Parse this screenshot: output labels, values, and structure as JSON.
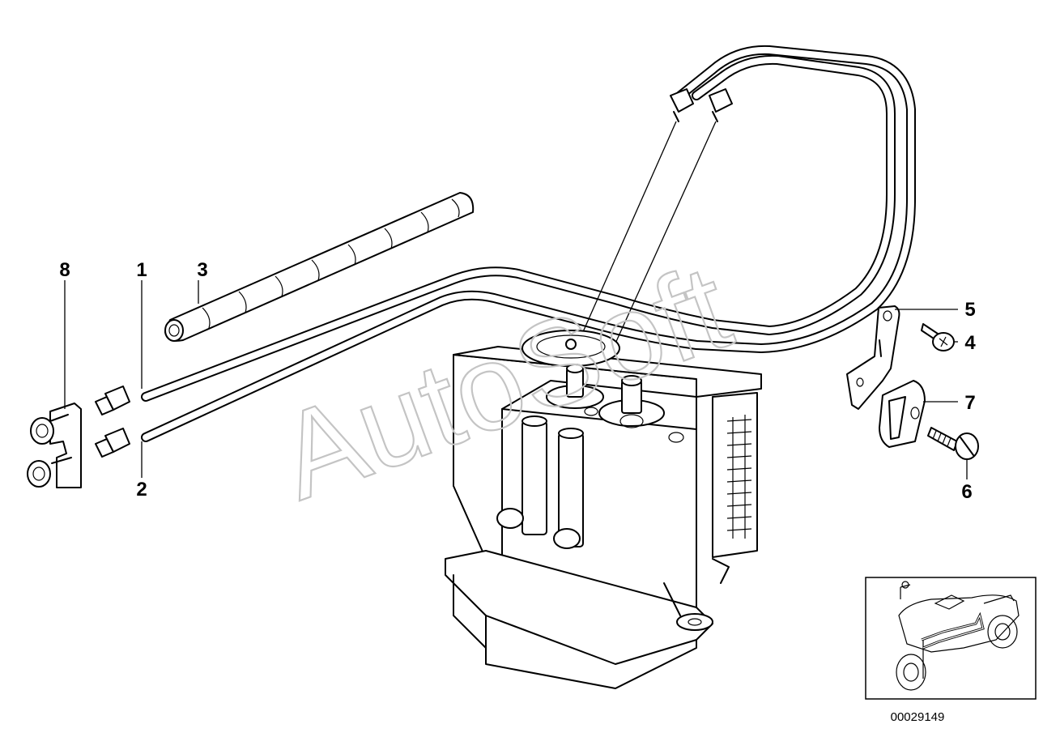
{
  "callouts": {
    "c1": "1",
    "c2": "2",
    "c3": "3",
    "c4": "4",
    "c5": "5",
    "c6": "6",
    "c7": "7",
    "c8": "8"
  },
  "document_number": "00029149",
  "watermark": "AutoSoft"
}
